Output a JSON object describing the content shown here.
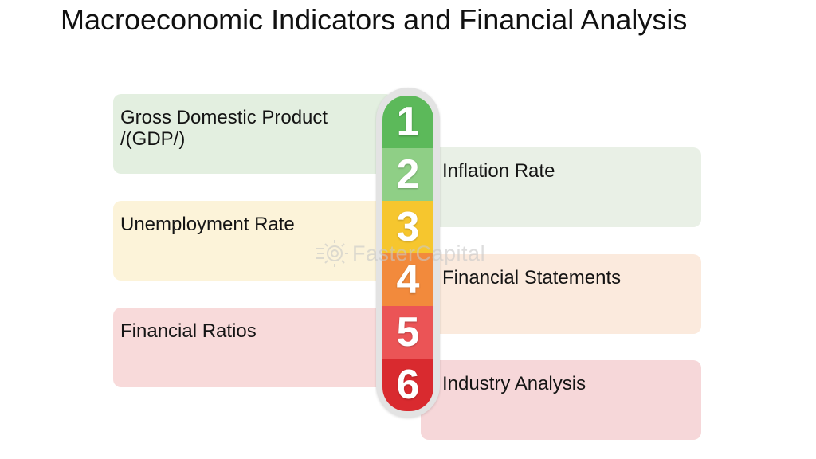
{
  "title": "Macroeconomic Indicators and Financial Analysis",
  "watermark": "FasterCapital",
  "steps": [
    {
      "number": "1",
      "label": "Gross Domestic Product /(GDP/)",
      "side": "left",
      "card_color": "#e3efe0",
      "badge_color": "#5cb95a"
    },
    {
      "number": "2",
      "label": "Inflation Rate",
      "side": "right",
      "card_color": "#e9f0e6",
      "badge_color": "#8fcf86"
    },
    {
      "number": "3",
      "label": "Unemployment Rate",
      "side": "left",
      "card_color": "#fcf3d9",
      "badge_color": "#f6c62e"
    },
    {
      "number": "4",
      "label": "Financial Statements",
      "side": "right",
      "card_color": "#fbeadd",
      "badge_color": "#f28a3c"
    },
    {
      "number": "5",
      "label": "Financial Ratios",
      "side": "left",
      "card_color": "#f8dada",
      "badge_color": "#eb5456"
    },
    {
      "number": "6",
      "label": "Industry Analysis",
      "side": "right",
      "card_color": "#f6d7d9",
      "badge_color": "#d92a2f"
    }
  ]
}
